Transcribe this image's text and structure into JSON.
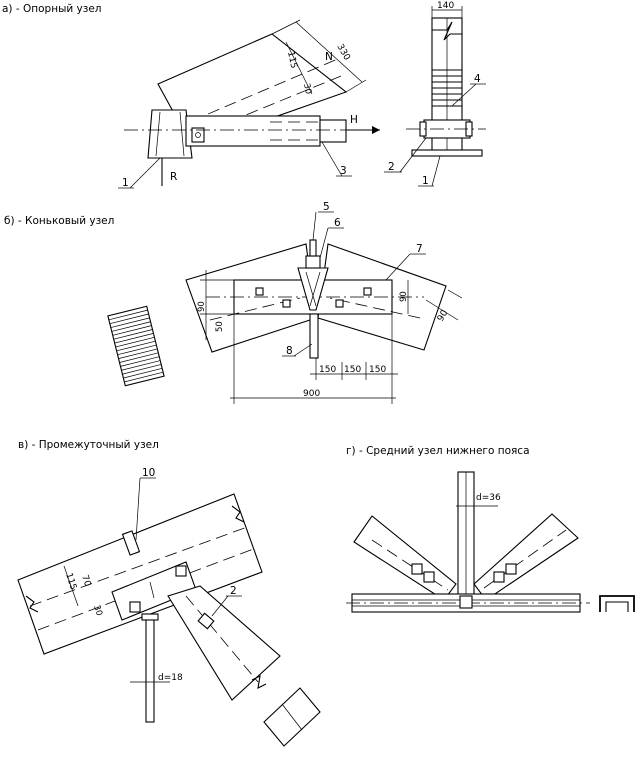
{
  "captions": {
    "a": "а) - Опорный узел",
    "b": "б) - Коньковый узел",
    "v": "в) - Промежуточный узел",
    "g": "г) - Средний узел нижнего пояса"
  },
  "labels": {
    "n1a": "1",
    "n3": "3",
    "n1b": "1",
    "n2a": "2",
    "n4": "4",
    "n5": "5",
    "n6": "6",
    "n7": "7",
    "n8": "8",
    "n10": "10",
    "n2b": "2",
    "R": "R",
    "N": "N",
    "H": "H"
  },
  "dims": {
    "d140": "140",
    "d330": "330",
    "d115": "115",
    "d30a": "30",
    "d90a": "90",
    "d50": "50",
    "d90b": "90",
    "d90c": "90",
    "d150a": "150",
    "d150b": "150",
    "d150c": "150",
    "d900": "900",
    "d115b": "115",
    "d70": "70",
    "d30b": "30",
    "d18": "d=18",
    "d36": "d=36"
  }
}
